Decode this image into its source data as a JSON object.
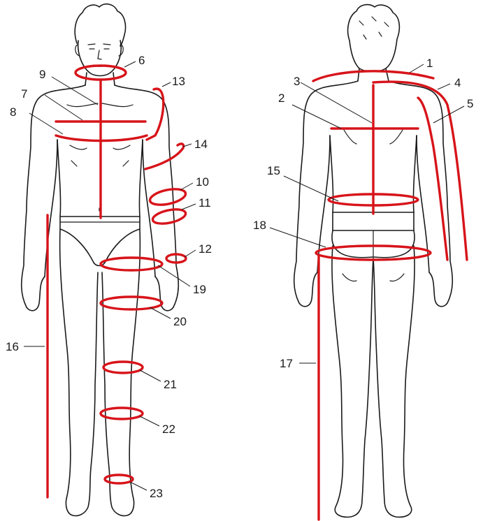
{
  "colors": {
    "measure_line": "#d7141a",
    "outline": "#1a1a1a",
    "background": "#ffffff"
  },
  "figures": [
    "front-view",
    "back-view"
  ],
  "labels": {
    "m1": "1",
    "m2": "2",
    "m3": "3",
    "m4": "4",
    "m5": "5",
    "m6": "6",
    "m7": "7",
    "m8": "8",
    "m9": "9",
    "m10": "10",
    "m11": "11",
    "m12": "12",
    "m13": "13",
    "m14": "14",
    "m15": "15",
    "m16": "16",
    "m17": "17",
    "m18": "18",
    "m19": "19",
    "m20": "20",
    "m21": "21",
    "m22": "22",
    "m23": "23"
  }
}
